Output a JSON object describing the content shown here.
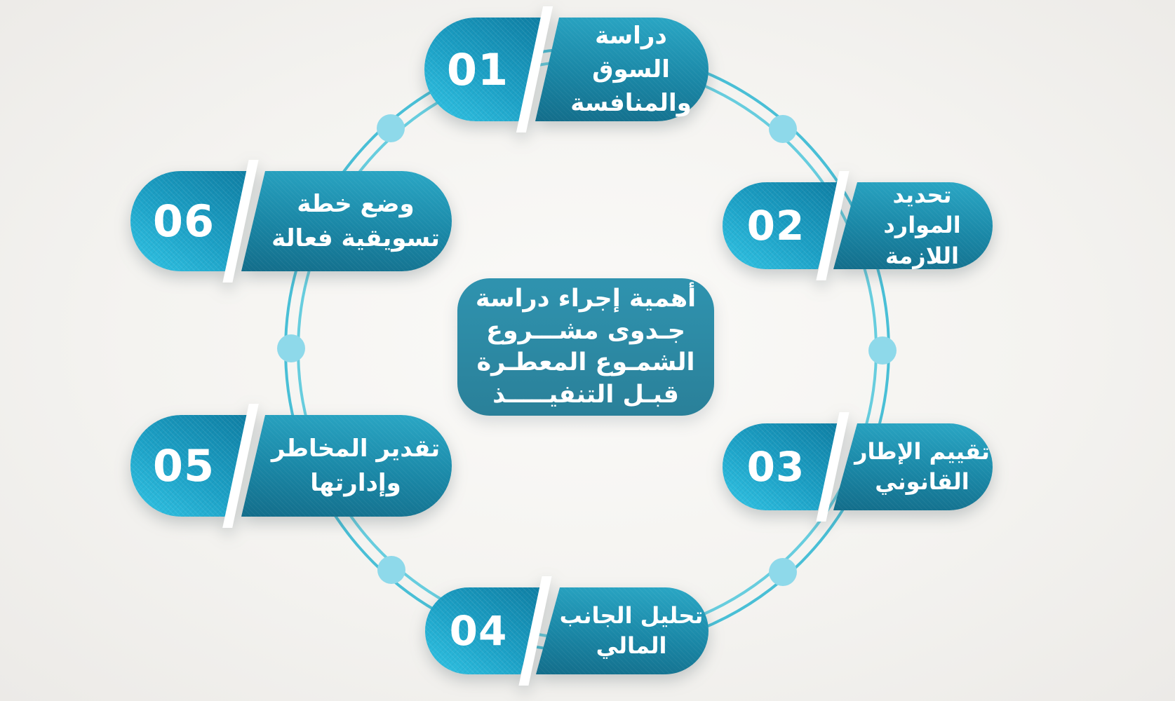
{
  "center": {
    "lines": [
      "أهمية إجراء دراسة",
      "جـدوى مشـــروع",
      "الشمـوع المعطـرة",
      "قبـل التنفيـــــذ"
    ]
  },
  "steps": [
    {
      "number": "01",
      "lines": [
        "دراسة السوق",
        "والمنافسة"
      ]
    },
    {
      "number": "02",
      "lines": [
        "تحديد الموارد",
        "اللازمة"
      ]
    },
    {
      "number": "03",
      "lines": [
        "تقييم الإطار",
        "القانوني"
      ]
    },
    {
      "number": "04",
      "lines": [
        "تحليل الجانب",
        "المالي"
      ]
    },
    {
      "number": "05",
      "lines": [
        "تقدير المخاطر",
        "وإدارتها"
      ]
    },
    {
      "number": "06",
      "lines": [
        "وضع خطة",
        "تسويقية فعالة"
      ]
    }
  ],
  "colors": {
    "background": "#f4f3f0",
    "pill_cap_dark": "#0f7ea3",
    "pill_cap_light": "#33c6e6",
    "pill_body_light": "#2ba8c6",
    "pill_body_dark": "#136d8a",
    "center_box": "#2d8ba6",
    "ring_line": "#49bfd6",
    "ring_line_inner": "#67cdde",
    "node_dot": "#8ed9ea",
    "slash": "#ffffff",
    "text": "#ffffff"
  }
}
